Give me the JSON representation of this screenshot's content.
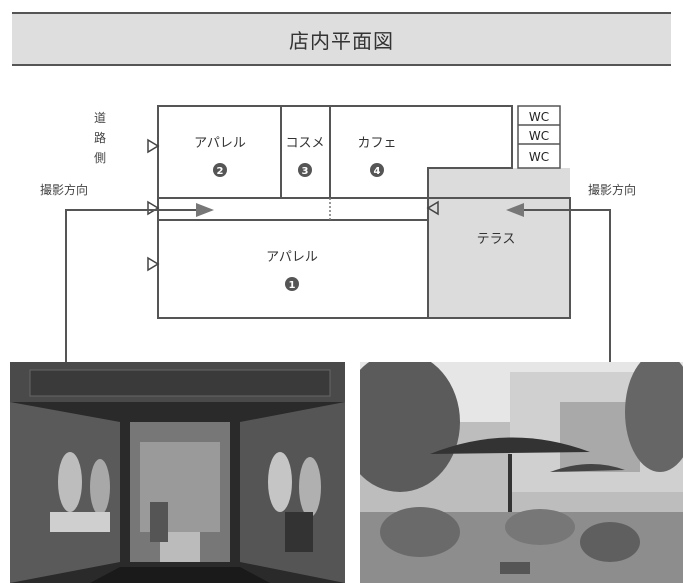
{
  "header": {
    "title": "店内平面図"
  },
  "plan": {
    "road_side": [
      "道",
      "路",
      "側"
    ],
    "direction_left": "撮影方向",
    "direction_right": "撮影方向",
    "rooms": [
      {
        "label": "アパレル",
        "number": "2"
      },
      {
        "label": "コスメ",
        "number": "3"
      },
      {
        "label": "カフェ",
        "number": "4"
      },
      {
        "label": "アパレル",
        "number": "1"
      },
      {
        "label": "テラス",
        "number": ""
      }
    ],
    "wc": [
      "WC",
      "WC",
      "WC"
    ]
  },
  "photos": [
    {
      "description": "storefront entrance"
    },
    {
      "description": "terrace seating"
    }
  ]
}
